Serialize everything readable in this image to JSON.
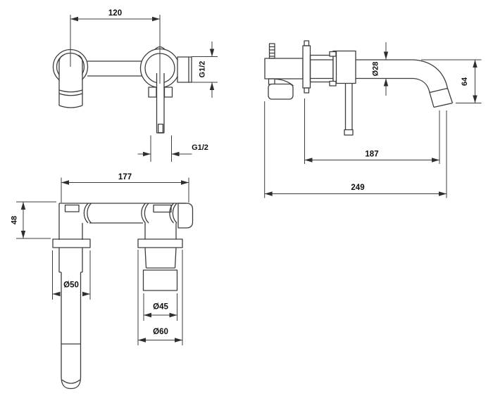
{
  "drawing": {
    "type": "technical-dimension-drawing",
    "subject": "Wall-mounted basin mixer tap - three orthographic views with dimensions",
    "background_color": "#ffffff",
    "line_color": "#3c3c3c",
    "text_color": "#101010",
    "views": {
      "front": {
        "name": "front-elevation",
        "dims": {
          "centres": "120",
          "spout_outlet_thread": "G1/2",
          "valve_inlet_thread": "G1/2"
        }
      },
      "side": {
        "name": "side-elevation",
        "dims": {
          "spout_diameter": "Ø28",
          "spout_drop": "64",
          "wall_to_outlet": "187",
          "overall_depth": "249"
        }
      },
      "plan": {
        "name": "plan-view",
        "dims": {
          "overall_width": "177",
          "body_depth": "48",
          "spout_flange_diameter": "Ø50",
          "valve_body_diameter": "Ø45",
          "valve_flange_diameter": "Ø60"
        }
      }
    }
  }
}
